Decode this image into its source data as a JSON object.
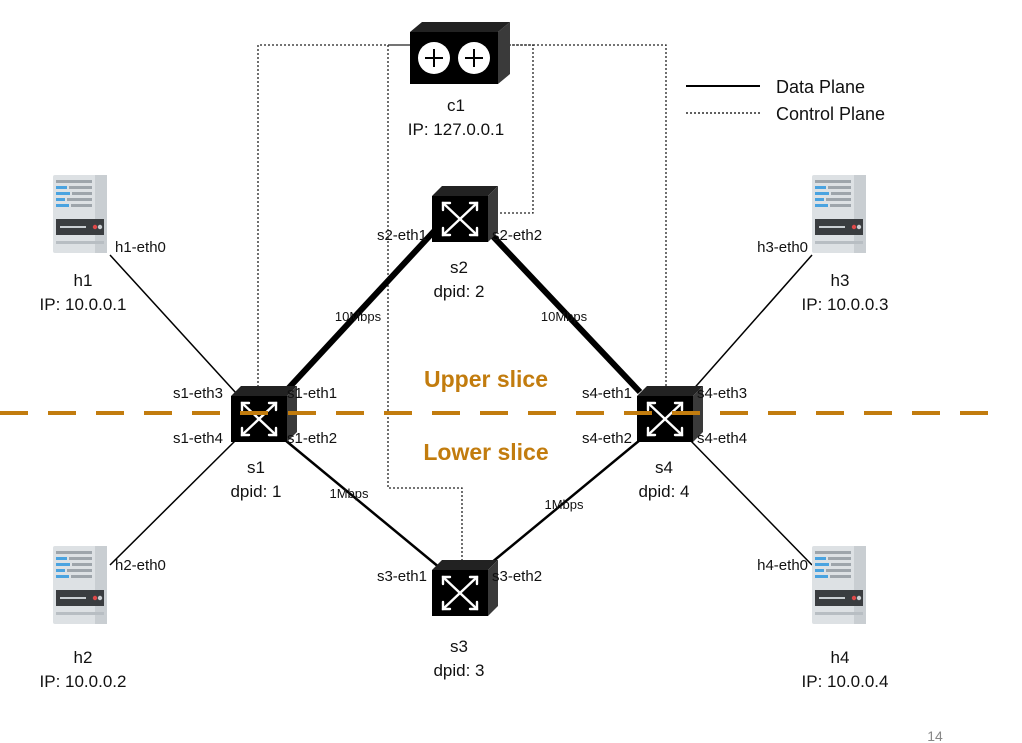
{
  "colors": {
    "slice": "#c27c0e",
    "device": "#000000",
    "host_body": "#d9dde0",
    "host_accent": "#4aa3e0"
  },
  "legend": {
    "data_plane": "Data Plane",
    "control_plane": "Control Plane"
  },
  "controller": {
    "name": "c1",
    "ip": "IP: 127.0.0.1",
    "icon": "controller-icon"
  },
  "switches": {
    "s1": {
      "name": "s1",
      "dpid": "dpid: 1",
      "ports": [
        "s1-eth1",
        "s1-eth2",
        "s1-eth3",
        "s1-eth4"
      ]
    },
    "s2": {
      "name": "s2",
      "dpid": "dpid: 2",
      "ports": [
        "s2-eth1",
        "s2-eth2"
      ]
    },
    "s3": {
      "name": "s3",
      "dpid": "dpid: 3",
      "ports": [
        "s3-eth1",
        "s3-eth2"
      ]
    },
    "s4": {
      "name": "s4",
      "dpid": "dpid: 4",
      "ports": [
        "s4-eth1",
        "s4-eth2",
        "s4-eth3",
        "s4-eth4"
      ]
    }
  },
  "hosts": {
    "h1": {
      "name": "h1",
      "ip": "IP: 10.0.0.1",
      "port": "h1-eth0"
    },
    "h2": {
      "name": "h2",
      "ip": "IP: 10.0.0.2",
      "port": "h2-eth0"
    },
    "h3": {
      "name": "h3",
      "ip": "IP: 10.0.0.3",
      "port": "h3-eth0"
    },
    "h4": {
      "name": "h4",
      "ip": "IP: 10.0.0.4",
      "port": "h4-eth0"
    }
  },
  "links": {
    "s1_s2": "10Mbps",
    "s2_s4": "10Mbps",
    "s1_s3": "1Mbps",
    "s3_s4": "1Mbps"
  },
  "slices": {
    "upper": "Upper slice",
    "lower": "Lower slice"
  },
  "page_number": "14"
}
